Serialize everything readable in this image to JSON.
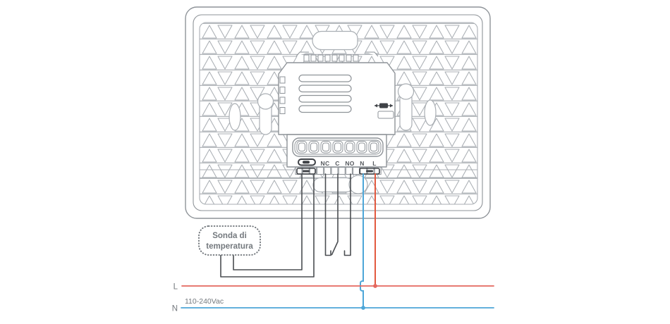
{
  "diagram_title": "thermostat-back-wiring-diagram",
  "terminals": [
    "NC",
    "C",
    "NO",
    "N",
    "L"
  ],
  "probe_box": {
    "line1": "Sonda di",
    "line2": "temperatura"
  },
  "power": {
    "live_label": "L",
    "neutral_label": "N",
    "voltage": "110-240Vac"
  },
  "colors": {
    "live_wire": "#e2593f",
    "live_line": "#e4685f",
    "neutral": "#4da6d8",
    "wire": "#4b4e52",
    "outline": "#8e9398",
    "pattern": "#a9aeb3",
    "text_gray": "#74797e",
    "label_gray": "#55595e",
    "dark": "#3f4247"
  }
}
